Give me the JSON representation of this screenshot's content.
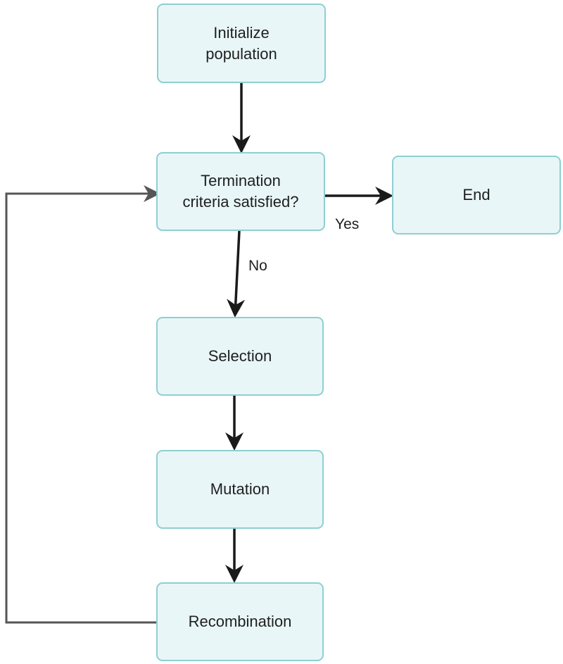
{
  "nodes": {
    "initialize": "Initialize\npopulation",
    "termination": "Termination\ncriteria satisfied?",
    "end": "End",
    "selection": "Selection",
    "mutation": "Mutation",
    "recombination": "Recombination"
  },
  "edges": {
    "yes_label": "Yes",
    "no_label": "No"
  },
  "colors": {
    "node_fill": "#e8f6f7",
    "node_border": "#8ecfd2",
    "arrow": "#1a1a1a",
    "loop_line": "#555555"
  }
}
